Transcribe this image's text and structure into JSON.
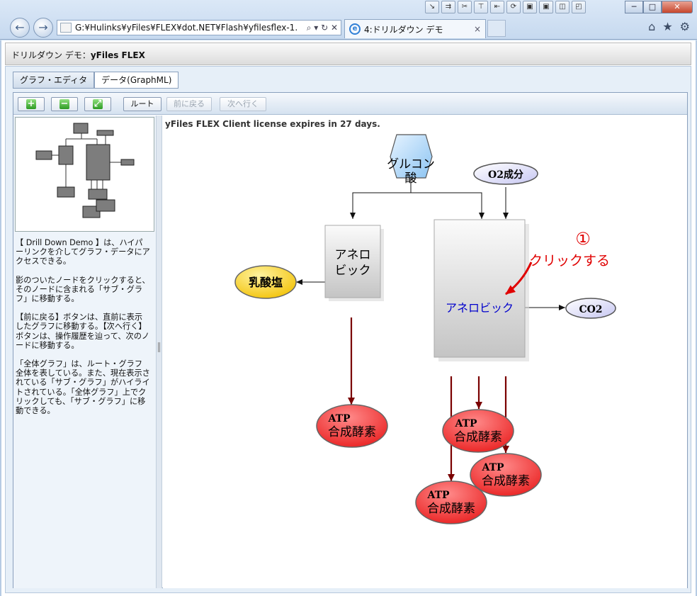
{
  "browser": {
    "address_url": "G:¥Hulinks¥yFiles¥FLEX¥dot.NET¥Flash¥yfilesflex-1.",
    "tab_title": "4:ドリルダウン デモ",
    "tab_close": "×",
    "back_glyph": "←",
    "forward_glyph": "→",
    "addr_controls": "⌕ ▾ ↻ ✕",
    "window_buttons": [
      "─",
      "□",
      "✕"
    ],
    "right_icons": [
      "⌂",
      "★",
      "⚙"
    ]
  },
  "app": {
    "title_prefix": "ドリルダウン デモ：",
    "title_bold": "yFiles FLEX",
    "view_tabs": [
      {
        "label": "グラフ・エディタ",
        "active": true
      },
      {
        "label": "データ(GraphML)",
        "active": false
      }
    ],
    "toolbar": {
      "zoom_in": "+",
      "zoom_out": "−",
      "fit": "⤢",
      "root": "ルート",
      "back": "前に戻る",
      "forward": "次へ行く"
    },
    "license": "yFiles FLEX Client license expires in 27 days.",
    "description": [
      "【 Drill Down Demo 】は、ハイパーリンクを介してグラフ・データにアクセスできる。",
      "影のついたノードをクリックすると、そのノードに含まれる「サブ・グラフ」に移動する。",
      "【前に戻る】ボタンは、直前に表示したグラフに移動する。【次へ行く】ボタンは、操作履歴を辿って、次のノードに移動する。",
      "「全体グラフ」は、ルート・グラフ全体を表している。また、現在表示されている「サブ・グラフ」がハイライトされている。「全体グラフ」上でクリックしても、「サブ・グラフ」に移動できる。"
    ]
  },
  "graph": {
    "nodes": {
      "gluconic": [
        "グルコン",
        "酸"
      ],
      "o2": "O2成分",
      "lactate": "乳酸塩",
      "anaerobic_small": [
        "アネロ",
        "ビック"
      ],
      "anaerobic_big": "アネロビック",
      "co2": "CO2",
      "atp": [
        "ATP",
        "合成酵素"
      ]
    },
    "annotation": {
      "number": "①",
      "text": "クリックする"
    },
    "colors": {
      "hexagon": "#a9d2f5",
      "ellipse_light": "#dcdcf8",
      "yellow": "#f5d21e",
      "red": "#f0302e",
      "dark_red_edge": "#7a0000",
      "annotation": "#e00000",
      "link_text": "#0000cc"
    }
  }
}
